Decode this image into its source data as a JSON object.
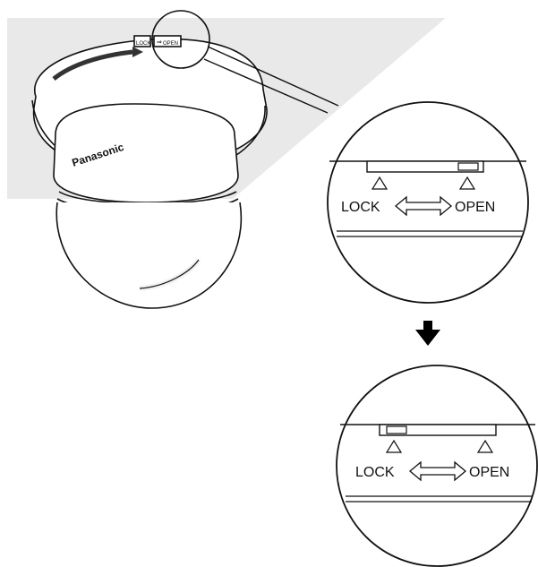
{
  "camera": {
    "brand": "Panasonic",
    "lock_tab": "LOCK",
    "open_tab": "OPEN"
  },
  "detail_before": {
    "lock_label": "LOCK",
    "open_label": "OPEN",
    "slider_position": "OPEN"
  },
  "detail_after": {
    "lock_label": "LOCK",
    "open_label": "OPEN",
    "slider_position": "LOCK"
  },
  "colors": {
    "ceiling_gray": "#e9e9e9",
    "line": "#111111",
    "arrow": "#000000"
  }
}
